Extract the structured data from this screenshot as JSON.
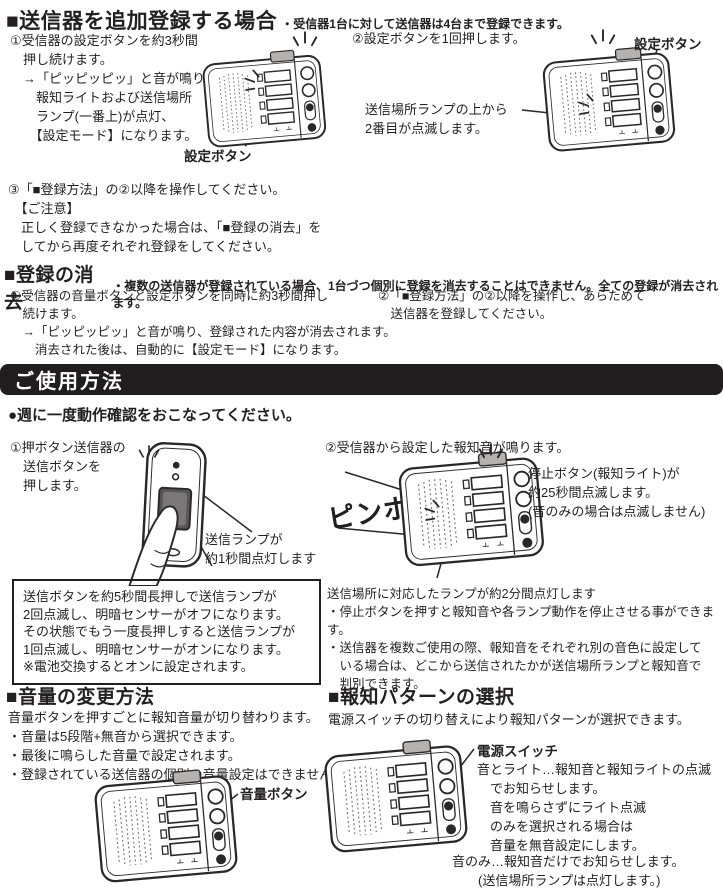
{
  "colors": {
    "ink": "#231f20",
    "banner_bg": "#211d1e",
    "button_gray": "#b5b1ae"
  },
  "section_add": {
    "heading": "■送信器を追加登録する場合",
    "heading_note": "・受信器1台に対して送信器は4台まで登録できます。",
    "step1_lines": [
      "①受信器の設定ボタンを約3秒間",
      "　押し続けます。",
      "　→「ピッピッピッ」と音が鳴り、",
      "　　報知ライトおよび送信場所",
      "　　ランプ(一番上)が点灯、",
      "　　【設定モード】になります。"
    ],
    "label_set_button_1": "設定ボタン",
    "step2": "②設定ボタンを1回押します。",
    "label_set_button_2": "設定ボタン",
    "label_lamp_blink": [
      "送信場所ランプの上から",
      "2番目が点滅します。"
    ],
    "step3_lines": [
      "③「■登録方法」の②以降を操作してください。",
      "　【ご注意】",
      "　正しく登録できなかった場合は、「■登録の消去」を",
      "　してから再度それぞれ登録をしてください。"
    ]
  },
  "section_erase": {
    "heading": "■登録の消去",
    "heading_note": "・複数の送信器が登録されている場合、1台づつ個別に登録を消去することはできません。全ての登録が消去されます。",
    "step1_lines": [
      "①受信器の音量ボタンと設定ボタンを同時に約3秒間押し",
      "　続けます。",
      "　→「ピッピッピッ」と音が鳴り、登録された内容が消去されます。",
      "　　消去された後は、自動的に【設定モード】になります。"
    ],
    "step2_lines": [
      "②「■登録方法」の②以降を操作し、あらためて",
      "　送信器を登録してください。"
    ]
  },
  "banner": {
    "title": "ご使用方法"
  },
  "section_usage": {
    "lead": "●週に一度動作確認をおこなってください。",
    "step1_lines": [
      "①押ボタン送信器の",
      "　送信ボタンを",
      "　押します。"
    ],
    "label_send_lamp": [
      "送信ランプが",
      "約1秒間点灯します"
    ],
    "box_lines": [
      "送信ボタンを約5秒間長押しで送信ランプが",
      "2回点滅し、明暗センサーがオフになります。",
      "その状態でもう一度長押しすると送信ランプが",
      "1回点滅し、明暗センサーがオンになります。",
      "※電池交換するとオンに設定されます。"
    ],
    "step2": "②受信器から設定した報知音が鳴ります。",
    "sound_effect": "ピンポーン",
    "label_stop_lines": [
      "停止ボタン(報知ライト)が",
      "約25秒間点滅します。",
      "(音のみの場合は点滅しません)"
    ],
    "right_lines": [
      "送信場所に対応したランプが約2分間点灯します",
      "・停止ボタンを押すと報知音や各ランプ動作を停止させる事ができます。",
      "・送信器を複数ご使用の際、報知音をそれぞれ別の音色に設定して",
      "　いる場合は、どこから送信されたかが送信場所ランプと報知音で",
      "　判別できます。"
    ]
  },
  "section_volume": {
    "heading": "■音量の変更方法",
    "lines": [
      "音量ボタンを押すごとに報知音量が切り替わります。",
      "・音量は5段階+無音から選択できます。",
      "・最後に鳴らした音量で設定されます。",
      "・登録されている送信器の個別の音量設定はできません。"
    ],
    "label_volume_button": "音量ボタン"
  },
  "section_pattern": {
    "heading": "■報知パターンの選択",
    "lead": "電源スイッチの切り替えにより報知パターンが選択できます。",
    "label_power_switch": "電源スイッチ",
    "mode1_lines": [
      "音とライト…報知音と報知ライトの点滅",
      "　でお知らせします。",
      "　音を鳴らさずにライト点滅",
      "　のみを選択される場合は",
      "　音量を無音設定にします。"
    ],
    "mode2_lines": [
      "音のみ…報知音だけでお知らせします。",
      "　　(送信場所ランプは点灯します。)"
    ]
  }
}
